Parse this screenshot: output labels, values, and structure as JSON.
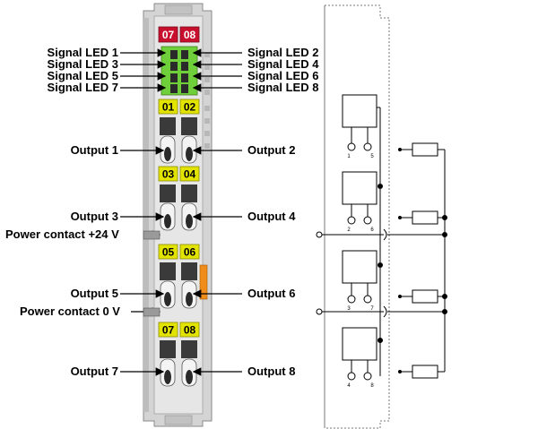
{
  "module": {
    "header_channels": [
      "07",
      "08"
    ],
    "channel_pairs": [
      [
        "01",
        "02"
      ],
      [
        "03",
        "04"
      ],
      [
        "05",
        "06"
      ],
      [
        "07",
        "08"
      ]
    ]
  },
  "labels_left": {
    "signal_led_1": "Signal LED 1",
    "signal_led_3": "Signal LED 3",
    "signal_led_5": "Signal LED 5",
    "signal_led_7": "Signal LED 7",
    "output_1": "Output 1",
    "output_3": "Output 3",
    "power_24v": "Power contact +24 V",
    "output_5": "Output 5",
    "power_0v": "Power contact 0 V",
    "output_7": "Output 7"
  },
  "labels_right": {
    "signal_led_2": "Signal LED 2",
    "signal_led_4": "Signal LED 4",
    "signal_led_6": "Signal LED 6",
    "signal_led_8": "Signal LED 8",
    "output_2": "Output 2",
    "output_4": "Output 4",
    "output_6": "Output 6",
    "output_8": "Output 8"
  },
  "schematic": {
    "terminal_numbers": [
      "1",
      "5",
      "2",
      "6",
      "3",
      "7",
      "4",
      "8"
    ]
  },
  "colors": {
    "housing": "#d9d9d9",
    "header_red": "#c8102e",
    "channel_yellow": "#e3e300",
    "led_green": "#66cc33",
    "accent_orange": "#f08c1a"
  }
}
